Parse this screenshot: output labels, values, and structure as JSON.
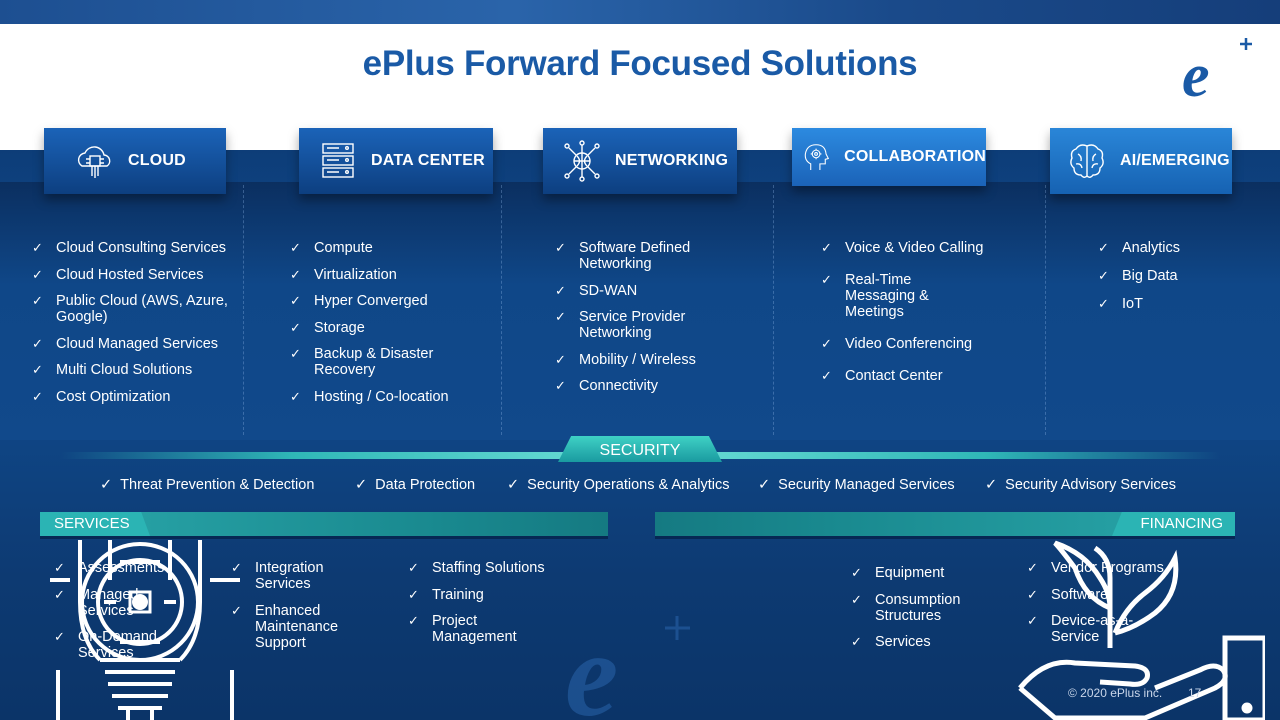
{
  "title": "ePlus Forward Focused Solutions",
  "logo_text": "e+",
  "categories": [
    {
      "label": "CLOUD",
      "icon": "cloud-chip-icon"
    },
    {
      "label": "DATA CENTER",
      "icon": "server-rack-icon"
    },
    {
      "label": "NETWORKING",
      "icon": "network-globe-icon"
    },
    {
      "label": "COLLABORATION",
      "icon": "head-gear-icon"
    },
    {
      "label": "AI/EMERGING",
      "icon": "brain-icon"
    }
  ],
  "columns": {
    "cloud": [
      "Cloud Consulting Services",
      "Cloud Hosted Services",
      "Public Cloud (AWS, Azure, Google)",
      "Cloud Managed Services",
      "Multi Cloud Solutions",
      "Cost Optimization"
    ],
    "datacenter": [
      "Compute",
      "Virtualization",
      "Hyper Converged",
      "Storage",
      "Backup & Disaster Recovery",
      "Hosting / Co-location"
    ],
    "networking": [
      "Software Defined Networking",
      "SD-WAN",
      "Service Provider Networking",
      "Mobility / Wireless",
      "Connectivity"
    ],
    "collaboration": [
      "Voice & Video Calling",
      "Real-Time Messaging & Meetings",
      "Video Conferencing",
      "Contact Center"
    ],
    "ai": [
      "Analytics",
      "Big Data",
      "IoT"
    ]
  },
  "security": {
    "label": "SECURITY",
    "items": [
      "Threat Prevention & Detection",
      "Data Protection",
      "Security Operations & Analytics",
      "Security Managed Services",
      "Security Advisory Services"
    ]
  },
  "services": {
    "label": "SERVICES",
    "col1": [
      "Assessments",
      "Managed Services",
      "On-Demand Services"
    ],
    "col2": [
      "Integration Services",
      "Enhanced Maintenance Support"
    ],
    "col3": [
      "Staffing Solutions",
      "Training",
      "Project Management"
    ]
  },
  "financing": {
    "label": "FINANCING",
    "col1": [
      "Equipment",
      "Consumption Structures",
      "Services"
    ],
    "col2": [
      "Vendor Programs",
      "Software",
      "Device-as-a-Service"
    ]
  },
  "footer": {
    "copyright": "© 2020 ePlus inc.",
    "page": "17"
  },
  "colors": {
    "title_blue": "#1a5aa6",
    "teal_accent": "#2bb4b4",
    "navy_bg": "#0f4688"
  }
}
